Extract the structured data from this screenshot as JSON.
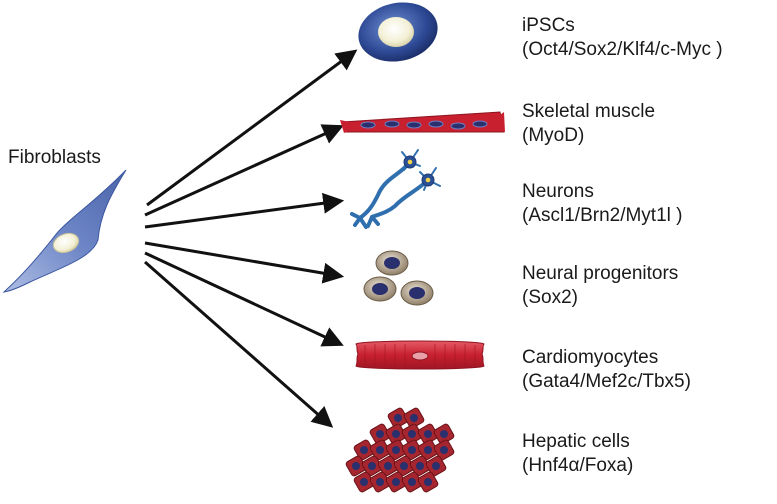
{
  "source": {
    "label": "Fibroblasts"
  },
  "targets": [
    {
      "name": "iPSCs",
      "factors": "(Oct4/Sox2/Klf4/c-Myc )"
    },
    {
      "name": "Skeletal muscle",
      "factors": "(MyoD)"
    },
    {
      "name": "Neurons",
      "factors": "(Ascl1/Brn2/Myt1l )"
    },
    {
      "name": "Neural progenitors",
      "factors": "(Sox2)"
    },
    {
      "name": "Cardiomyocytes",
      "factors": "(Gata4/Mef2c/Tbx5)"
    },
    {
      "name": "Hepatic cells",
      "factors": "(Hnf4α/Foxa)"
    }
  ],
  "colors": {
    "arrow": "#111111",
    "cell_blue": "#3f5fa8",
    "muscle_red": "#c8202f",
    "cardio_red": "#d6323f",
    "hepatic_red": "#a5262e",
    "neuron_blue": "#2f6fae",
    "nucleus_navy": "#2a2f6e",
    "progenitor_tan": "#b9a890"
  }
}
